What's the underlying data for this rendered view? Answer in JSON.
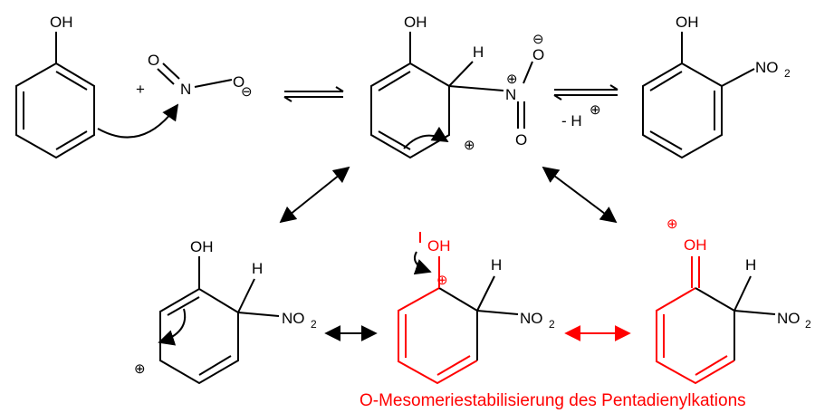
{
  "colors": {
    "ink": "#000000",
    "highlight": "#ff0000"
  },
  "labels": {
    "OH": "OH",
    "O": "O",
    "N": "N",
    "H": "H",
    "NO": "NO",
    "two": "2",
    "plus": "+",
    "minus_sign": "-",
    "plus_charge": "⊕",
    "minus_charge": "⊖",
    "minus_H": "- H"
  },
  "caption": "O-Mesomeriestabilisierung des Pentadienylkations"
}
